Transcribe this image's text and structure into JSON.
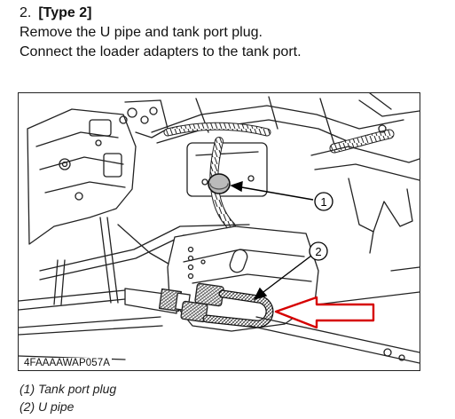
{
  "step": {
    "number": "2.",
    "title": "[Type 2]",
    "lines": [
      "Remove the U pipe and tank port plug.",
      "Connect the loader adapters to the tank port."
    ]
  },
  "figure": {
    "callouts": [
      {
        "id": "1"
      },
      {
        "id": "2"
      }
    ],
    "code": "4FAAAAWAP057A",
    "arrow_color": "#d60000"
  },
  "legend": [
    "(1) Tank port plug",
    "(2) U pipe"
  ]
}
